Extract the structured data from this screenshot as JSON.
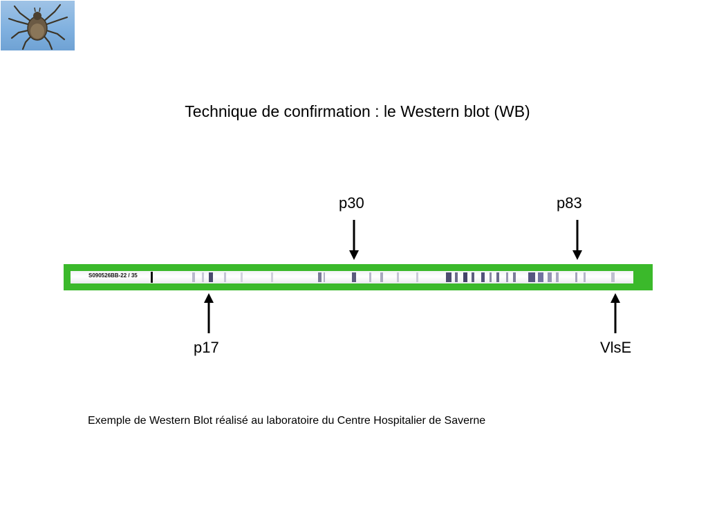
{
  "slide": {
    "title": "Technique de confirmation : le Western blot (WB)",
    "caption": "Exemple de Western Blot réalisé au laboratoire du Centre Hospitalier de Saverne"
  },
  "logo": {
    "icon": "tick-icon"
  },
  "blot": {
    "strip_id": "S090526BB-22 / 35",
    "labels": {
      "p30": "p30",
      "p83": "p83",
      "p17": "p17",
      "vlse": "VlsE"
    },
    "colors": {
      "background": "#3bb92b",
      "band": "#4a4a6e"
    }
  }
}
